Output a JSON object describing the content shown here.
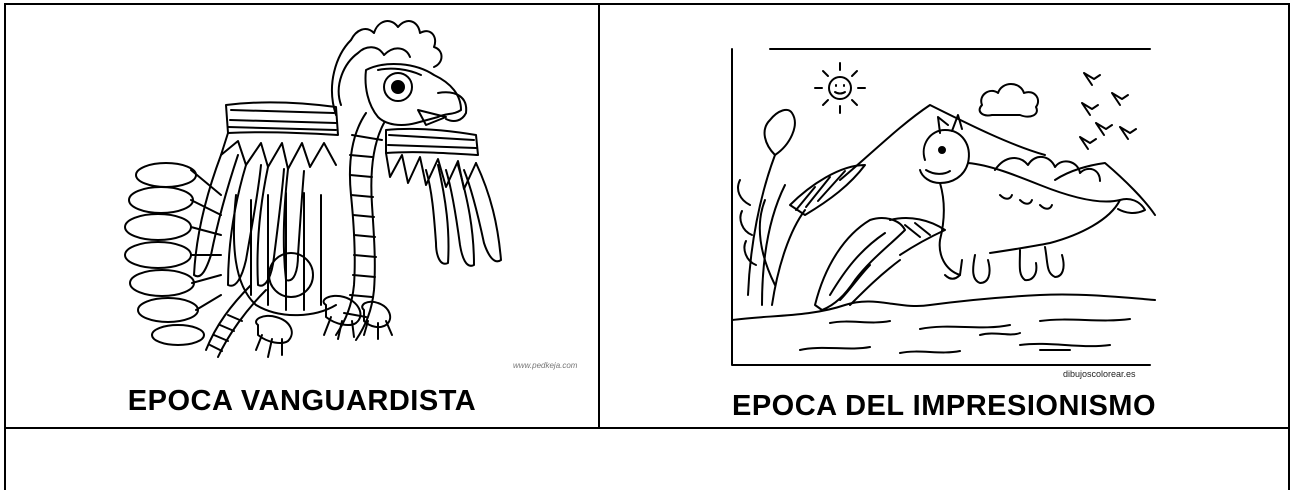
{
  "cells": [
    {
      "caption": "EPOCA VANGUARDISTA",
      "image": "aztec-eagle-drawing",
      "credit": "www.pedkeja.com"
    },
    {
      "caption": "EPOCA DEL IMPRESIONISMO",
      "image": "dinosaur-landscape-drawing",
      "credit": "dibujoscolorear.es"
    },
    {
      "caption": "",
      "image": ""
    }
  ],
  "colors": {
    "border": "#000000",
    "background": "#ffffff",
    "ink": "#000000"
  }
}
